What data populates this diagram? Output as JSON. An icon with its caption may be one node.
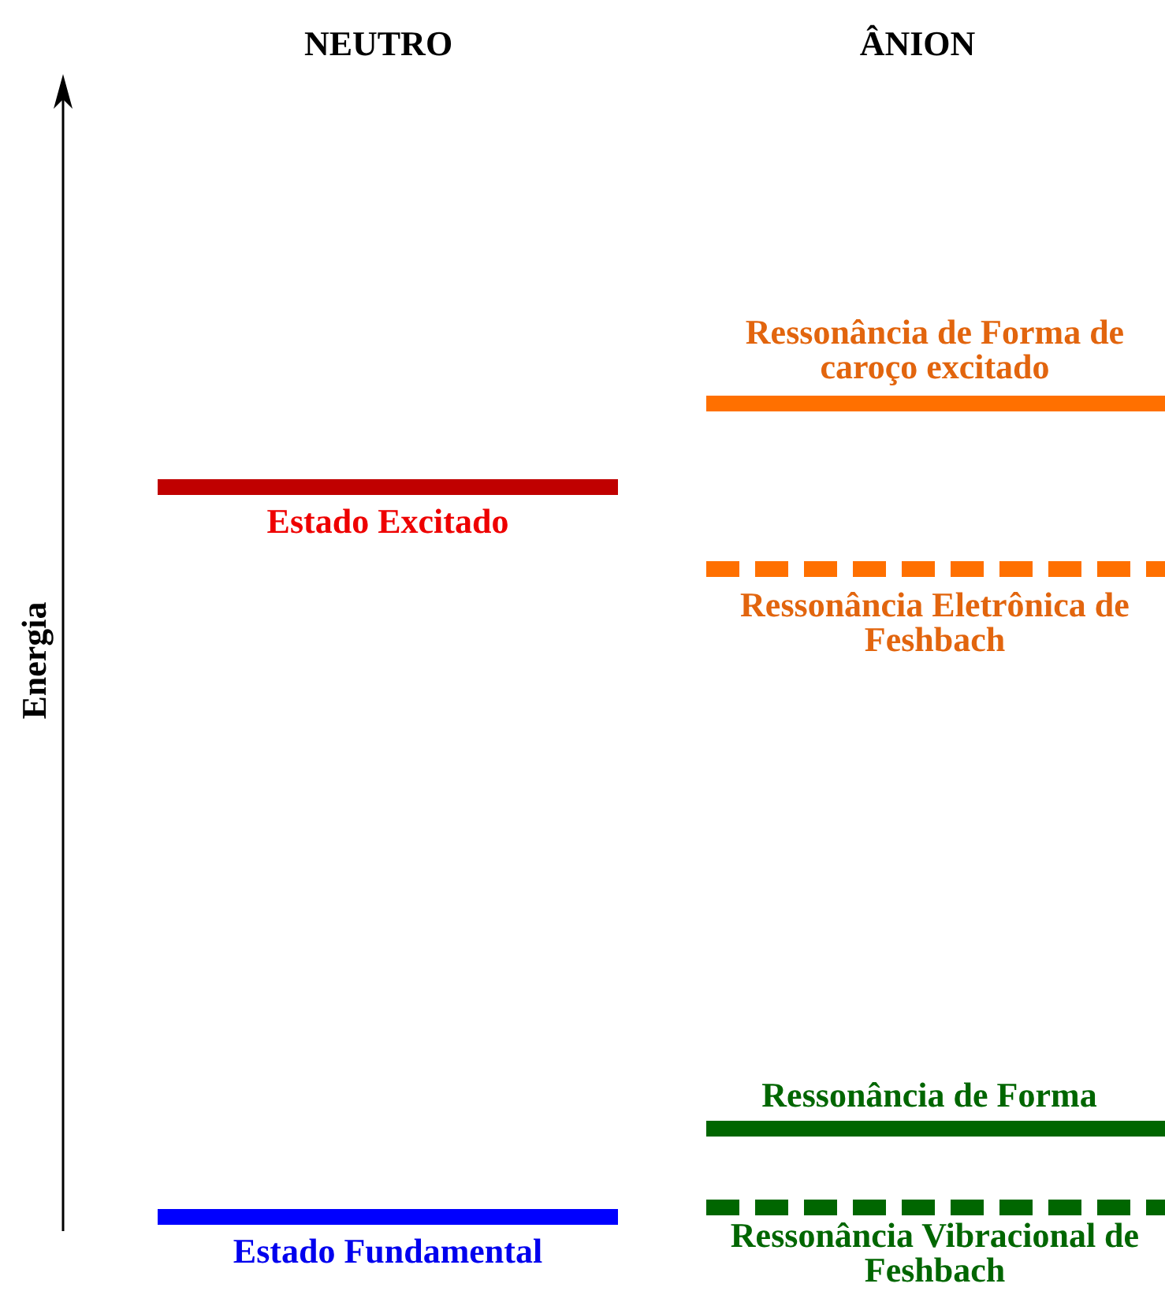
{
  "diagram": {
    "nodes": [
      {
        "text": [
          "Estado Excitado"
        ]
      },
      {
        "text": [
          "Estado Fundamental"
        ]
      },
      {
        "text": [
          "Ressonância de Forma de caroço excitado"
        ]
      },
      {
        "text": [
          "Ressonância Eletrônica de Feshbach"
        ]
      },
      {
        "text": [
          "Ressonância de Forma"
        ]
      },
      {
        "text": [
          "Ressonância Vibracional de Feshbach"
        ]
      }
    ],
    "labels": [
      "NEUTRO",
      "ÂNION",
      "Energia"
    ]
  }
}
